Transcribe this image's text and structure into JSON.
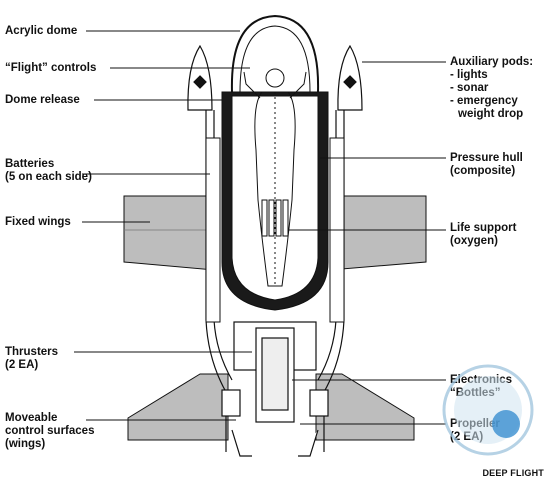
{
  "labels_left": {
    "acrylic_dome": "Acrylic dome",
    "flight_controls": "“Flight” controls",
    "dome_release": "Dome release",
    "batteries": [
      "Batteries",
      "(5 on each side)"
    ],
    "fixed_wings": "Fixed wings",
    "thrusters": [
      "Thrusters",
      "(2 EA)"
    ],
    "moveable_surfaces": [
      "Moveable",
      "control surfaces",
      "(wings)"
    ]
  },
  "labels_right": {
    "auxiliary_pods": [
      "Auxiliary pods:",
      "- lights",
      "- sonar",
      "- emergency",
      "  weight drop"
    ],
    "pressure_hull": [
      "Pressure hull",
      "(composite)"
    ],
    "life_support": [
      "Life support",
      "(oxygen)"
    ],
    "electronics": [
      "Electronics",
      "“Bottles”"
    ],
    "propeller": [
      "Propeller",
      "(2 EA)"
    ]
  },
  "credit": "DEEP FLIGHT",
  "colors": {
    "ink": "#111111",
    "wing_fill": "#bdbdbd",
    "hull_dark": "#1a1a1a"
  }
}
